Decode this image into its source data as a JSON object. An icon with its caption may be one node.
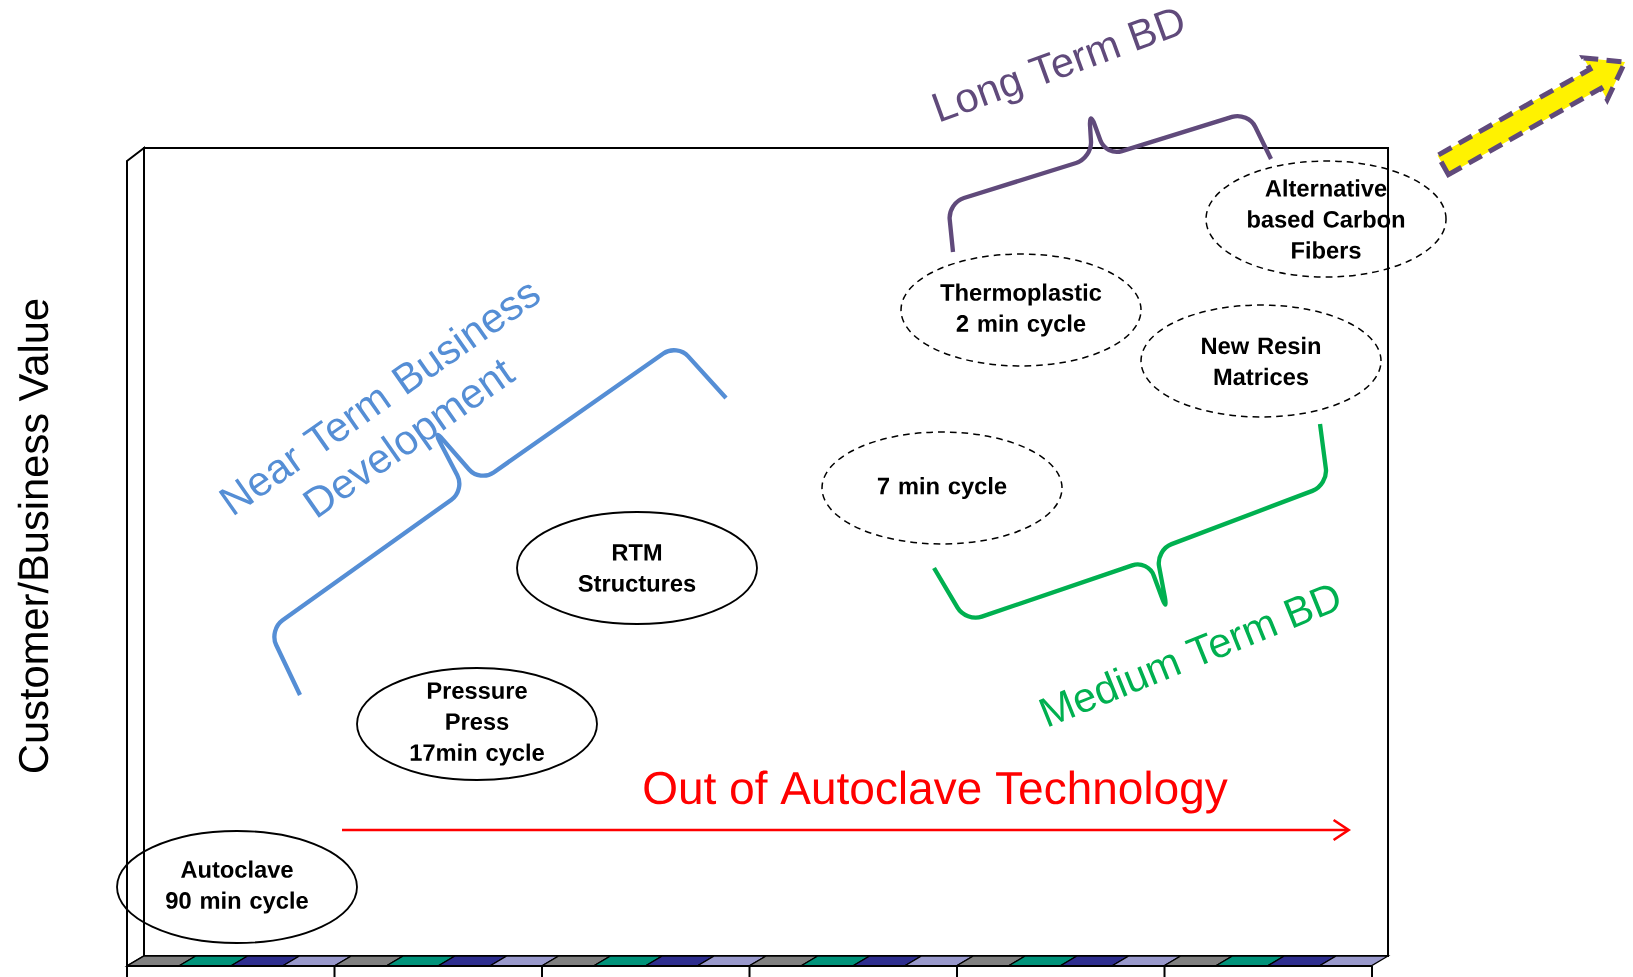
{
  "diagram": {
    "nodes": [
      {
        "text": [
          "Alternative based Carbon Fibers"
        ]
      },
      {
        "text": [
          "Thermoplastic 2 min cycle"
        ]
      },
      {
        "text": [
          "New Resin Matrices"
        ]
      },
      {
        "text": [
          "7 min cycle"
        ]
      },
      {
        "text": [
          "RTM Structures"
        ]
      },
      {
        "text": [
          "Pressure Press 17min cycle"
        ]
      },
      {
        "text": [
          "Autoclave 90 min cycle"
        ]
      }
    ],
    "labels": [
      "Long Term BD",
      "Near Term Business Development",
      "Customer/Business Value",
      "Medium Term BD",
      "Out of Autoclave Technology"
    ]
  }
}
